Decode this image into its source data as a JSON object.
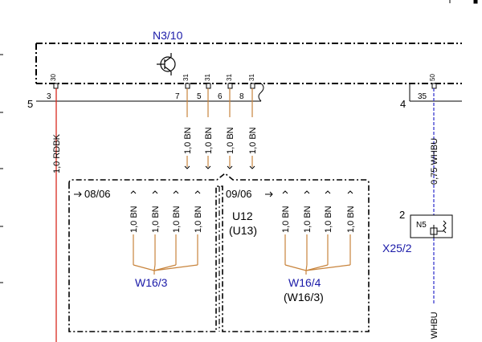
{
  "module": {
    "name": "N3/10",
    "pins_top": [
      "30",
      "31",
      "31",
      "31",
      "31",
      "50"
    ],
    "pins_bottom": [
      "3",
      "7",
      "5",
      "6",
      "8",
      "35"
    ]
  },
  "connectors": {
    "left_conn": "5",
    "right_conn": "4",
    "x25_conn": "2",
    "x25_name": "X25/2",
    "x25_inner": "N5"
  },
  "wires": {
    "rdbk": "1,0 RDBK",
    "whbu_075": "0,75 WHBU",
    "whbu_bottom": "WHBU",
    "bn": "1,0 BN"
  },
  "variants": {
    "left_date": "08/06",
    "right_date": "09/06",
    "center_a": "U12",
    "center_b": "(U13)",
    "left_splice": "W16/3",
    "right_splice": "W16/4",
    "right_splice_alt": "(W16/3)"
  },
  "colors": {
    "module_blue": "#1a1aa8",
    "wire_brown": "#c8843c",
    "wire_red": "#d8281e",
    "wire_blue": "#3b3bd0"
  }
}
